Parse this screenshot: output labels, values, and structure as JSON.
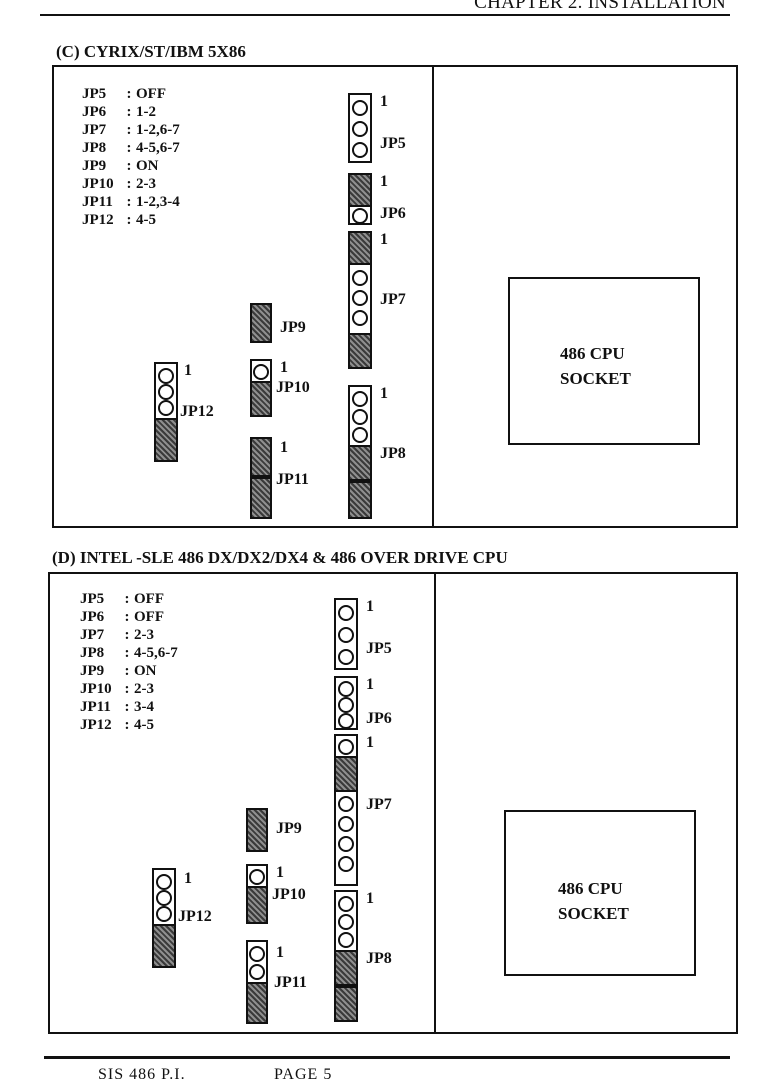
{
  "page": {
    "header": "CHAPTER 2. INSTALLATION",
    "footer": {
      "product": "SIS 486 P.I.",
      "page_label": "PAGE 5"
    }
  },
  "sections": [
    {
      "title": "(C) CYRIX/ST/IBM 5X86",
      "settings": [
        {
          "jumper": "JP5",
          "value": "OFF"
        },
        {
          "jumper": "JP6",
          "value": "1-2"
        },
        {
          "jumper": "JP7",
          "value": "1-2,6-7"
        },
        {
          "jumper": "JP8",
          "value": "4-5,6-7"
        },
        {
          "jumper": "JP9",
          "value": "ON"
        },
        {
          "jumper": "JP10",
          "value": "2-3"
        },
        {
          "jumper": "JP11",
          "value": "1-2,3-4"
        },
        {
          "jumper": "JP12",
          "value": "4-5"
        }
      ],
      "jumper_labels": {
        "jp5": "JP5",
        "jp6": "JP6",
        "jp7": "JP7",
        "jp8": "JP8",
        "jp9": "JP9",
        "jp10": "JP10",
        "jp11": "JP11",
        "jp12": "JP12"
      },
      "pin_one": "1",
      "socket": {
        "line1": "486 CPU",
        "line2": "SOCKET"
      }
    },
    {
      "title": "(D) INTEL -SLE 486 DX/DX2/DX4  & 486 OVER DRIVE CPU",
      "settings": [
        {
          "jumper": "JP5",
          "value": "OFF"
        },
        {
          "jumper": "JP6",
          "value": "OFF"
        },
        {
          "jumper": "JP7",
          "value": "2-3"
        },
        {
          "jumper": "JP8",
          "value": "4-5,6-7"
        },
        {
          "jumper": "JP9",
          "value": "ON"
        },
        {
          "jumper": "JP10",
          "value": "2-3"
        },
        {
          "jumper": "JP11",
          "value": "3-4"
        },
        {
          "jumper": "JP12",
          "value": "4-5"
        }
      ],
      "jumper_labels": {
        "jp5": "JP5",
        "jp6": "JP6",
        "jp7": "JP7",
        "jp8": "JP8",
        "jp9": "JP9",
        "jp10": "JP10",
        "jp11": "JP11",
        "jp12": "JP12"
      },
      "pin_one": "1",
      "socket": {
        "line1": "486 CPU",
        "line2": "SOCKET"
      }
    }
  ]
}
